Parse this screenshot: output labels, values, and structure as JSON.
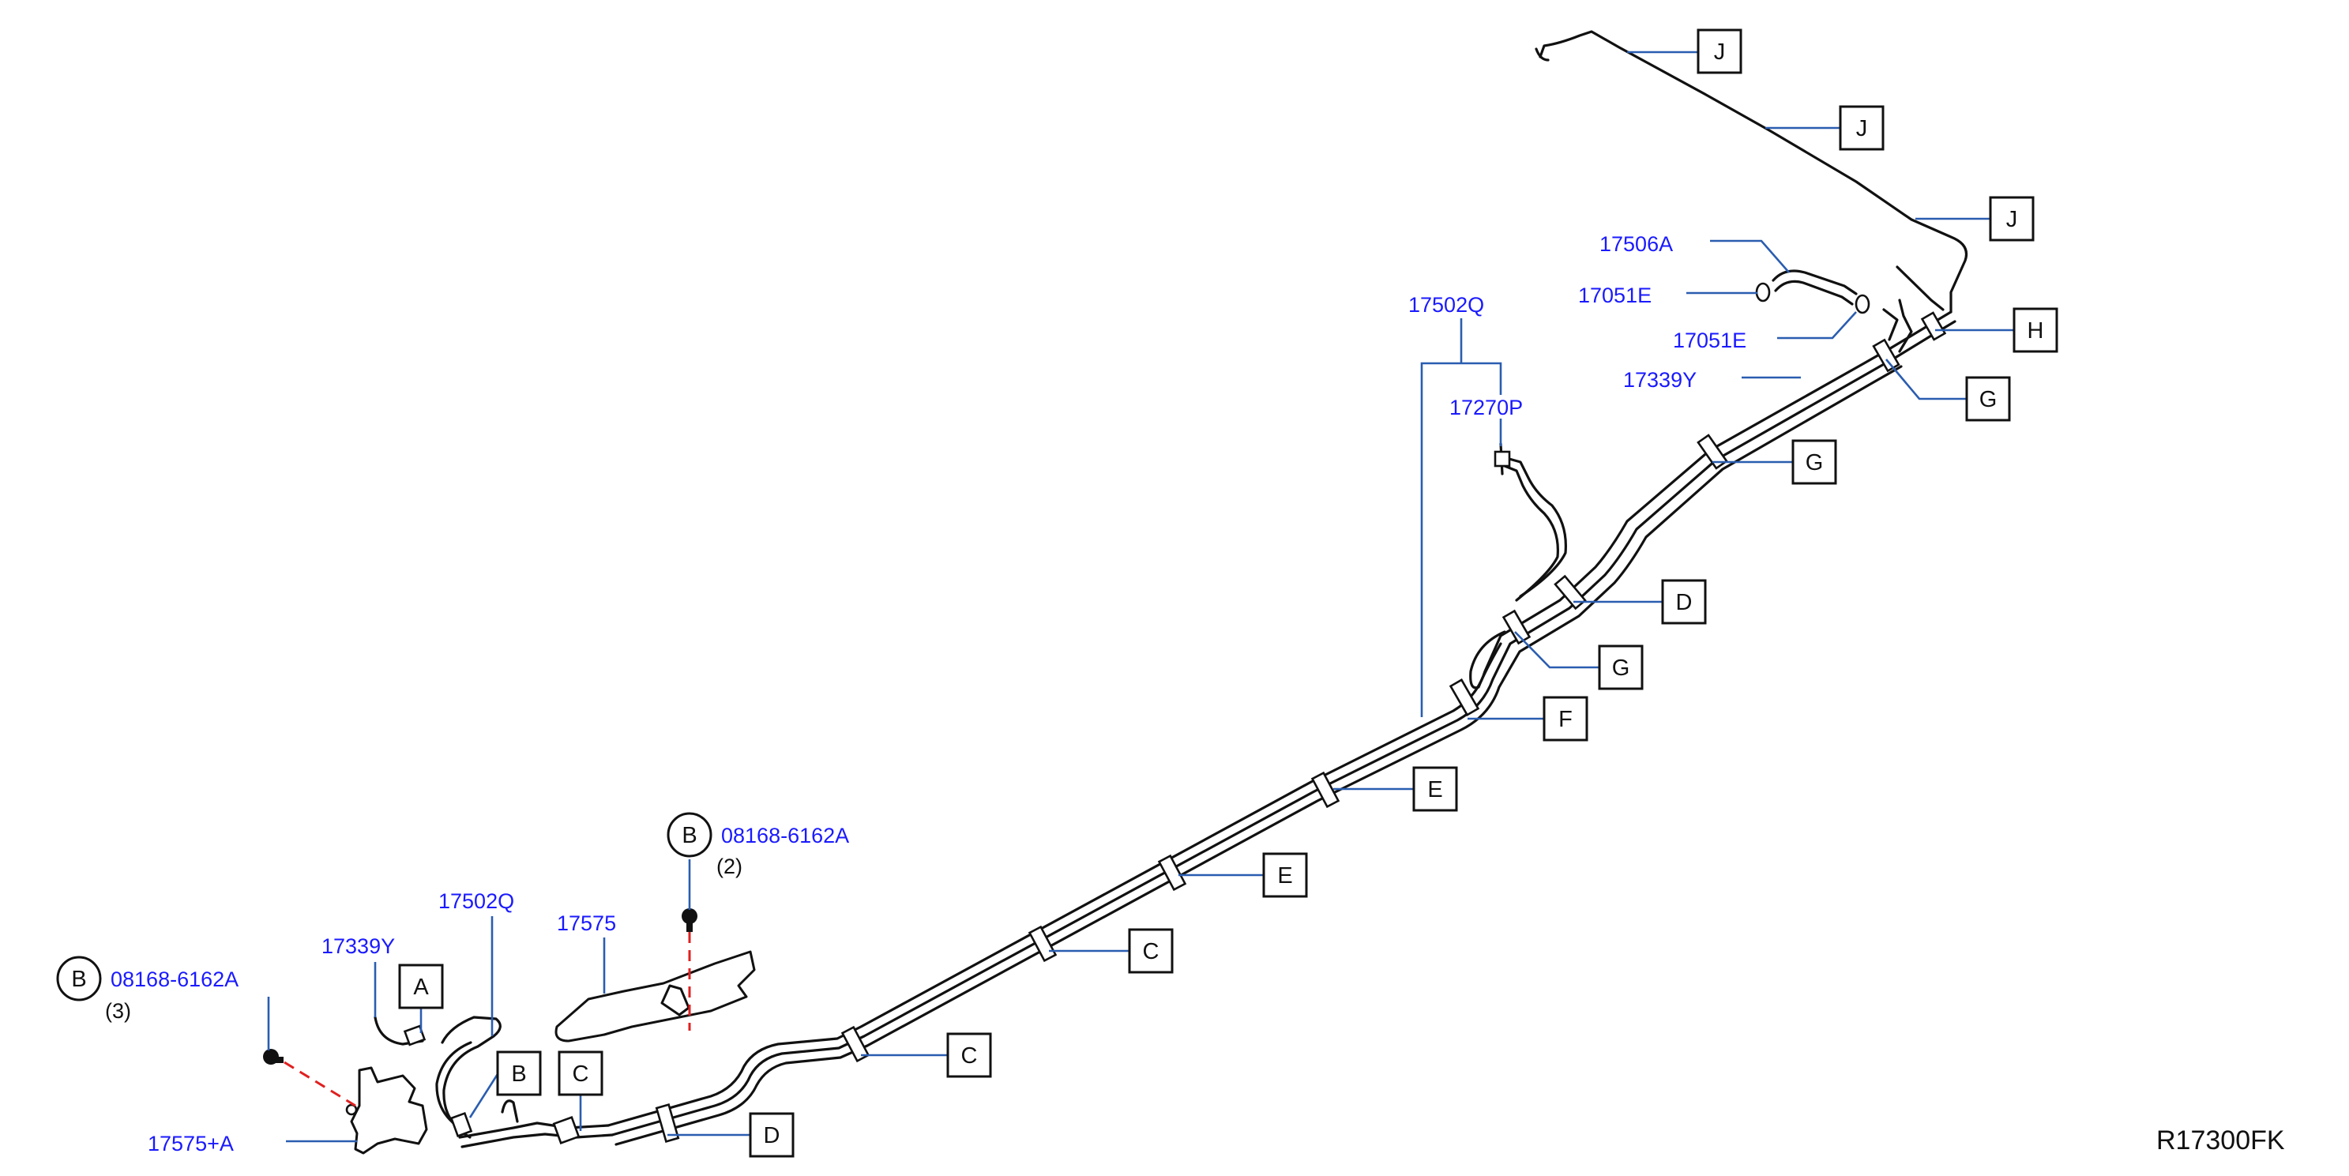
{
  "diagram": {
    "code": "R17300FK",
    "refs": {
      "a": "A",
      "b": "B",
      "c": "C",
      "d": "D",
      "e": "E",
      "f": "F",
      "g": "G",
      "h": "H",
      "j": "J"
    },
    "parts": {
      "p17502q": "17502Q",
      "p17270p": "17270P",
      "p17506a": "17506A",
      "p17051e": "17051E",
      "p17339y": "17339Y",
      "p17575": "17575",
      "p17575a": "17575+A",
      "p08168": "08168-6162A"
    },
    "qty": {
      "two": "(2)",
      "three": "(3)"
    }
  }
}
